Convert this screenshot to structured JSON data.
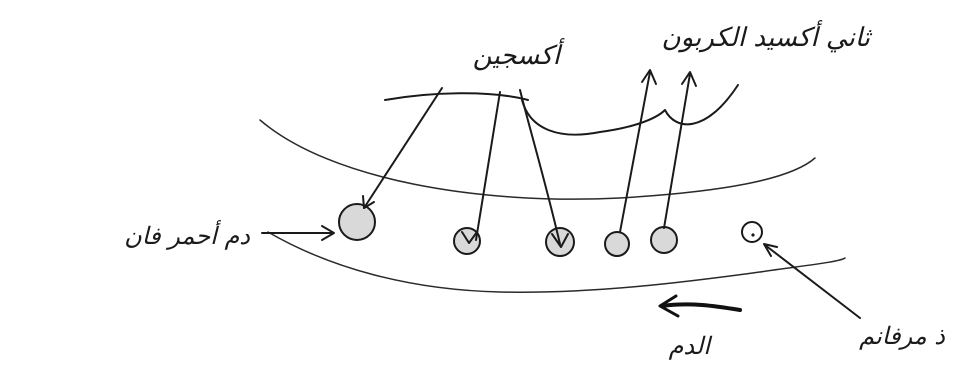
{
  "labels": {
    "oxygen": "أكسجين",
    "carbon_dioxide": "ثاني أكسيد الكربون",
    "red_blood_cell": "دم أحمر فان",
    "plasma_dissolved": "ذ مرفانم",
    "blood": "الدم"
  }
}
